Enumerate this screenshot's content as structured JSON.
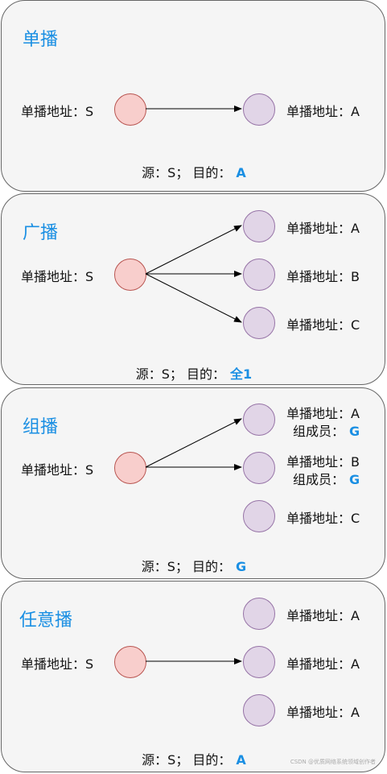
{
  "panels": {
    "unicast": {
      "title": "单播",
      "source_label": "单播地址：S",
      "dest_label": "单播地址：A",
      "footer_prefix": "源：S；  目的：",
      "footer_value": "A"
    },
    "broadcast": {
      "title": "广播",
      "source_label": "单播地址：S",
      "dest_labels": [
        "单播地址：A",
        "单播地址：B",
        "单播地址：C"
      ],
      "footer_prefix": "源：S；  目的：",
      "footer_value": "全1"
    },
    "multicast": {
      "title": "组播",
      "source_label": "单播地址：S",
      "dest_labels": [
        "单播地址：A",
        "单播地址：B",
        "单播地址：C"
      ],
      "member_prefix": "组成员：",
      "member_value": "G",
      "footer_prefix": "源：S；  目的：",
      "footer_value": "G"
    },
    "anycast": {
      "title": "任意播",
      "source_label": "单播地址：S",
      "dest_labels": [
        "单播地址：A",
        "单播地址：A",
        "单播地址：A"
      ],
      "footer_prefix": "源：S；  目的：",
      "footer_value": "A"
    }
  },
  "watermark": "CSDN @优质网络系统领域创作者",
  "colors": {
    "accent": "#1a8fe3",
    "source_fill": "#f8cecc",
    "source_stroke": "#b85450",
    "dest_fill": "#e1d5e7",
    "dest_stroke": "#9673a6",
    "panel_fill": "#f5f5f5"
  }
}
